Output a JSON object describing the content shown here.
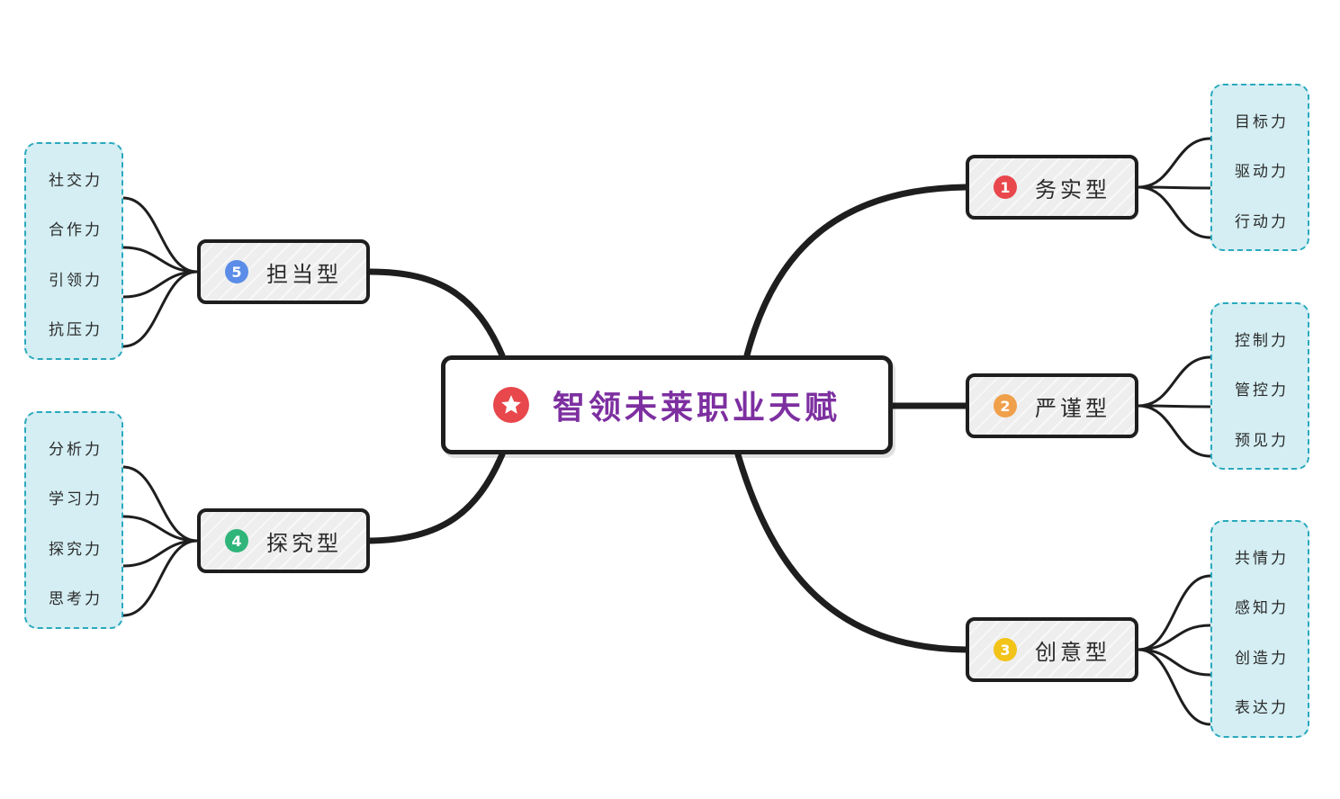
{
  "central": {
    "title": "智领未莱职业天赋",
    "icon": "star-icon",
    "accent_color": "#e8474c",
    "title_color": "#7d2fa0"
  },
  "branches": [
    {
      "id": "1",
      "badge": "1",
      "label": "务实型",
      "badge_color": "#e8474c",
      "leaves": [
        "目标力",
        "驱动力",
        "行动力"
      ]
    },
    {
      "id": "2",
      "badge": "2",
      "label": "严谨型",
      "badge_color": "#f0a04b",
      "leaves": [
        "控制力",
        "管控力",
        "预见力"
      ]
    },
    {
      "id": "3",
      "badge": "3",
      "label": "创意型",
      "badge_color": "#f2c318",
      "leaves": [
        "共情力",
        "感知力",
        "创造力",
        "表达力"
      ]
    },
    {
      "id": "4",
      "badge": "4",
      "label": "探究型",
      "badge_color": "#2fb57a",
      "leaves": [
        "分析力",
        "学习力",
        "探究力",
        "思考力"
      ]
    },
    {
      "id": "5",
      "badge": "5",
      "label": "担当型",
      "badge_color": "#5b8de8",
      "leaves": [
        "社交力",
        "合作力",
        "引领力",
        "抗压力"
      ]
    }
  ],
  "colors": {
    "line": "#1e1e1e",
    "group_fill": "#d4eef3",
    "group_border": "#2aa9bd",
    "topic_fill": "#eeeeee"
  }
}
